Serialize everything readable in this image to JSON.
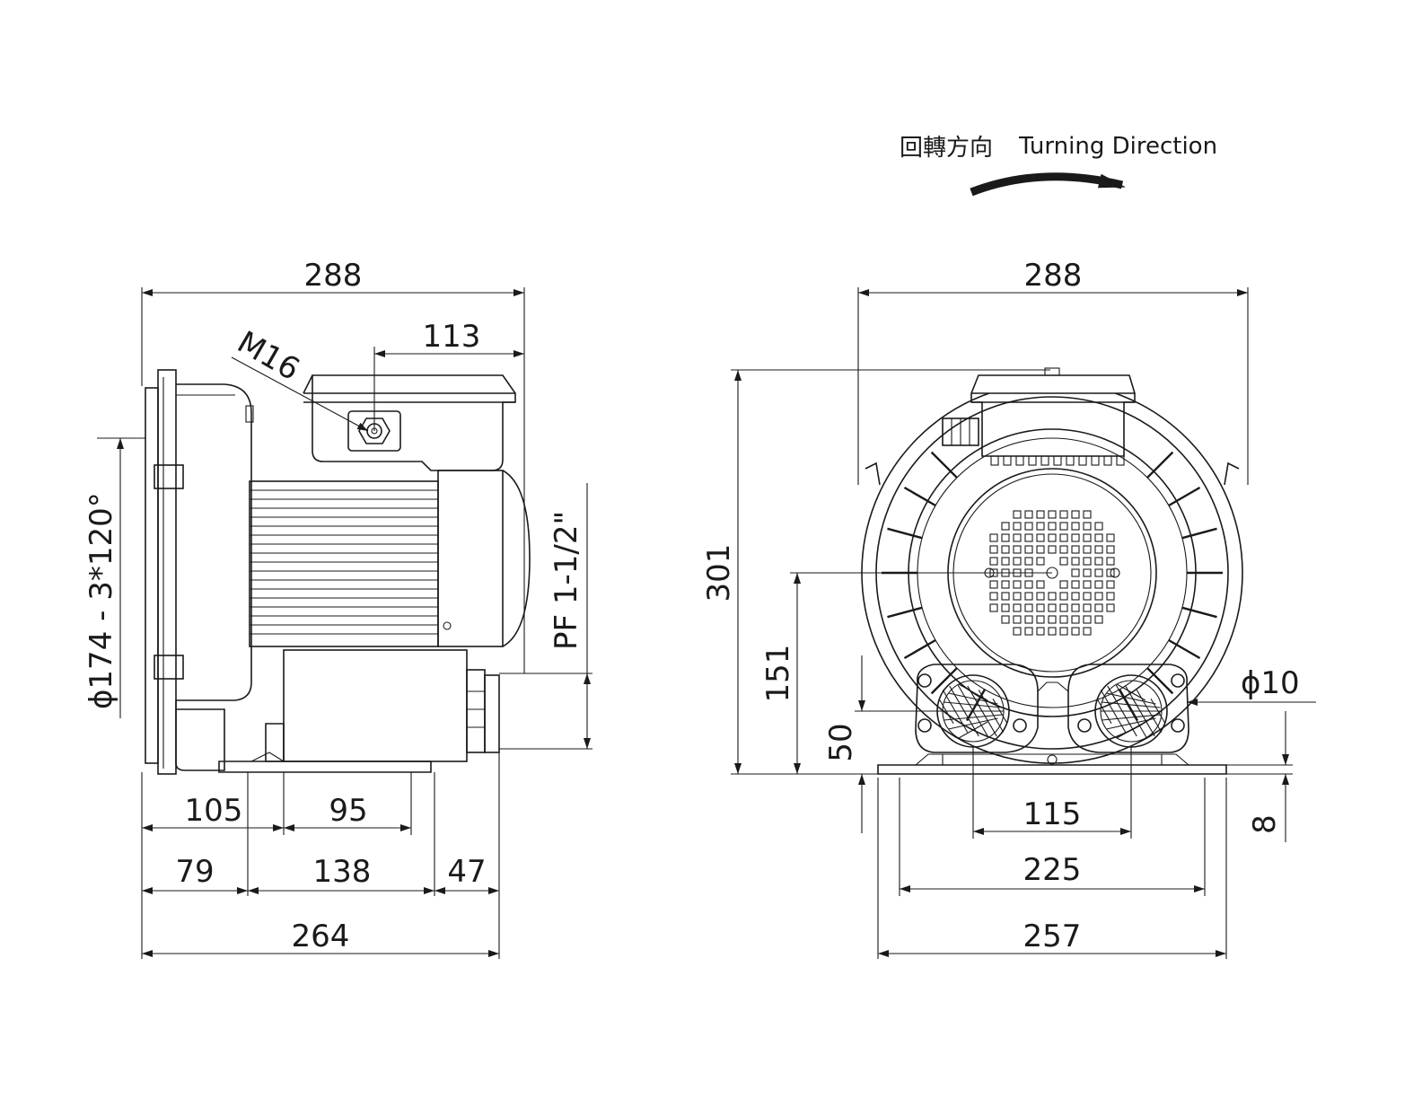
{
  "header": {
    "turning_direction_zh": "回轉方向",
    "turning_direction_en": "Turning Direction"
  },
  "side_view": {
    "overall_width": "288",
    "terminal_offset": "113",
    "cable_gland": "M16",
    "flange": "ϕ174 - 3*120°",
    "port_thread": "PF 1-1/2\"",
    "base_105": "105",
    "base_95": "95",
    "base_79": "79",
    "base_138": "138",
    "base_47": "47",
    "base_264": "264"
  },
  "front_view": {
    "overall_width": "288",
    "height": "301",
    "center_height": "151",
    "port_height": "50",
    "hole_dia": "ϕ10",
    "port_spacing": "115",
    "mount_225": "225",
    "base_257": "257",
    "base_thickness": "8"
  }
}
